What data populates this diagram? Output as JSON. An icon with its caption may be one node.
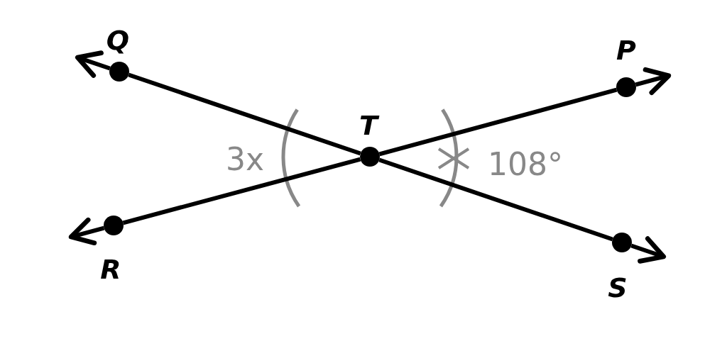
{
  "diagram": {
    "nodes": [
      {
        "text": [],
        "shape": "circle",
        "beside": [
          "Q"
        ]
      },
      {
        "text": [],
        "shape": "circle",
        "beside": [
          "P"
        ]
      },
      {
        "text": [],
        "shape": "circle",
        "beside": [
          "T"
        ]
      },
      {
        "text": [],
        "shape": "circle",
        "beside": [
          "R"
        ]
      },
      {
        "text": [],
        "shape": "circle",
        "beside": [
          "S"
        ]
      }
    ],
    "edges": [
      {
        "from": 0,
        "to": 2,
        "arrow": "none"
      },
      {
        "from": 2,
        "to": 4,
        "arrow": "none"
      },
      {
        "from": 3,
        "to": 2,
        "arrow": "none"
      },
      {
        "from": 2,
        "to": 1,
        "arrow": "none"
      },
      {
        "from": 0,
        "to": null,
        "arrow": "to"
      },
      {
        "from": 1,
        "to": null,
        "arrow": "to"
      },
      {
        "from": 3,
        "to": null,
        "arrow": "to"
      },
      {
        "from": 4,
        "to": null,
        "arrow": "to"
      }
    ],
    "labels": [
      "3x",
      "108°"
    ]
  }
}
